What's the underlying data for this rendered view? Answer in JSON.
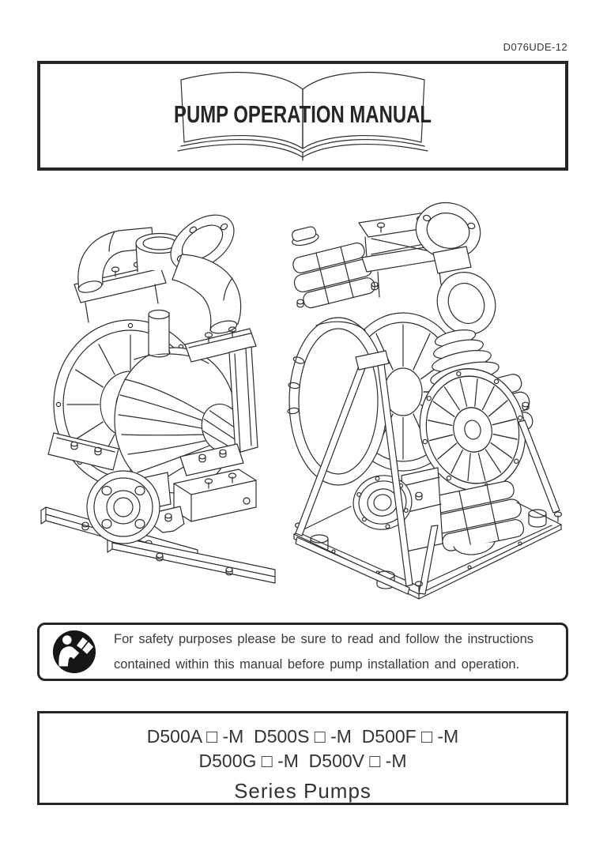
{
  "page": {
    "doc_code": "D076UDE-12",
    "paper_color": "#ffffff",
    "ink_color": "#2e2e2e"
  },
  "title_banner": {
    "title": "PUMP OPERATION MANUAL",
    "icon": "open-book-icon"
  },
  "illustrations": {
    "left_pump": "rail-mounted double diaphragm pump line drawing",
    "right_pump": "stand-mounted double diaphragm pump line drawing"
  },
  "safety_notice": {
    "icon": "read-manual-icon",
    "line1": "For safety purposes please be sure to read and follow the instructions",
    "line2": "contained within this manual before pump installation and operation."
  },
  "model_box": {
    "line1": "D500A □ -M  D500S □ -M  D500F □ -M",
    "line2": "D500G □ -M  D500V □ -M",
    "series": "Series Pumps"
  }
}
